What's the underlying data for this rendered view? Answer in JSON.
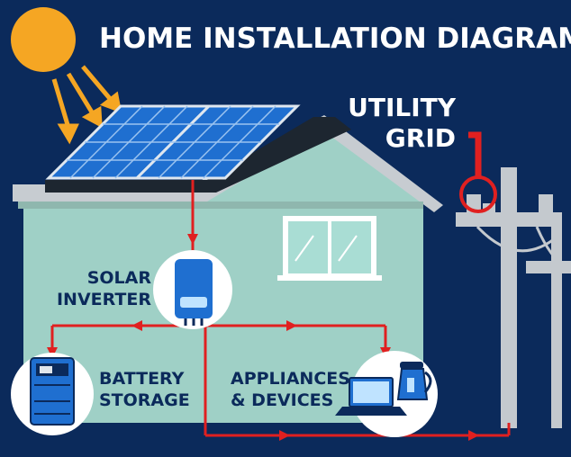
{
  "title": "HOME INSTALLATION DIAGRAM",
  "utility_grid": {
    "line1": "UTILITY",
    "line2": "GRID"
  },
  "solar_inverter": {
    "line1": "SOLAR",
    "line2": "INVERTER"
  },
  "battery_storage": {
    "line1": "BATTERY",
    "line2": "STORAGE"
  },
  "appliances": {
    "line1": "APPLIANCES",
    "line2": "& DEVICES"
  },
  "colors": {
    "background": "#0b2a5b",
    "house_wall": "#9fd0c6",
    "roof": "#c7ccd1",
    "sun": "#f5a623",
    "sun_rays": "#f5a623",
    "panel": "#1f6fd0",
    "wire": "#e02020",
    "pole": "#c4c9ce"
  },
  "icons": [
    "sun-icon",
    "solar-panel-icon",
    "inverter-icon",
    "battery-icon",
    "laptop-icon",
    "kettle-icon",
    "utility-pole-icon",
    "window-icon"
  ]
}
